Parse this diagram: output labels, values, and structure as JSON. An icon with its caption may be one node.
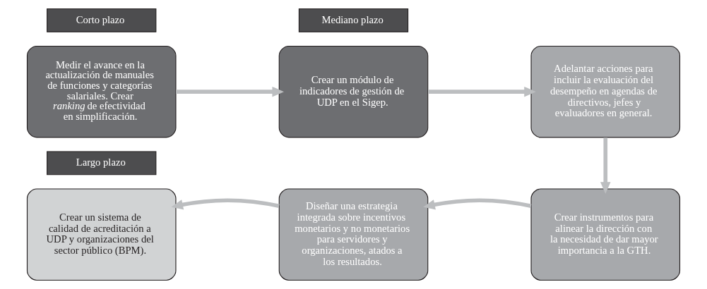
{
  "diagram": {
    "nodes": [
      {
        "text": [
          "Corto plazo"
        ]
      },
      {
        "text": [
          "Mediano plazo"
        ]
      },
      {
        "text": [
          "Medir el avance en la actualización de manuales de funciones y categorías salariales. Crear *ranking* de efectividad en simplificación."
        ]
      },
      {
        "text": [
          "Crear un módulo de indicadores de gestión de UDP en el Sigep."
        ]
      },
      {
        "text": [
          "Adelantar acciones para incluir la evaluación del desempeño en agendas de directivos, jefes y evaluadores en general."
        ]
      },
      {
        "text": [
          "Largo plazo"
        ]
      },
      {
        "text": [
          "Crear un sistema de calidad de acreditación a UDP y organizaciones del sector público (BPM)."
        ]
      },
      {
        "text": [
          "Diseñar una estrategia integrada sobre incentivos monetarios y no monetarios para servidores y organizaciones, atados a los resultados."
        ]
      },
      {
        "text": [
          "Crear instrumentos para alinear la dirección con la necesidad de dar mayor importancia a la GTH."
        ]
      }
    ],
    "edges": [
      {
        "from": 2,
        "to": 3,
        "arrow": "to"
      },
      {
        "from": 3,
        "to": 4,
        "arrow": "to"
      },
      {
        "from": 4,
        "to": 8,
        "arrow": "to"
      },
      {
        "from": 8,
        "to": 7,
        "arrow": "to"
      },
      {
        "from": 7,
        "to": 6,
        "arrow": "to"
      }
    ]
  }
}
